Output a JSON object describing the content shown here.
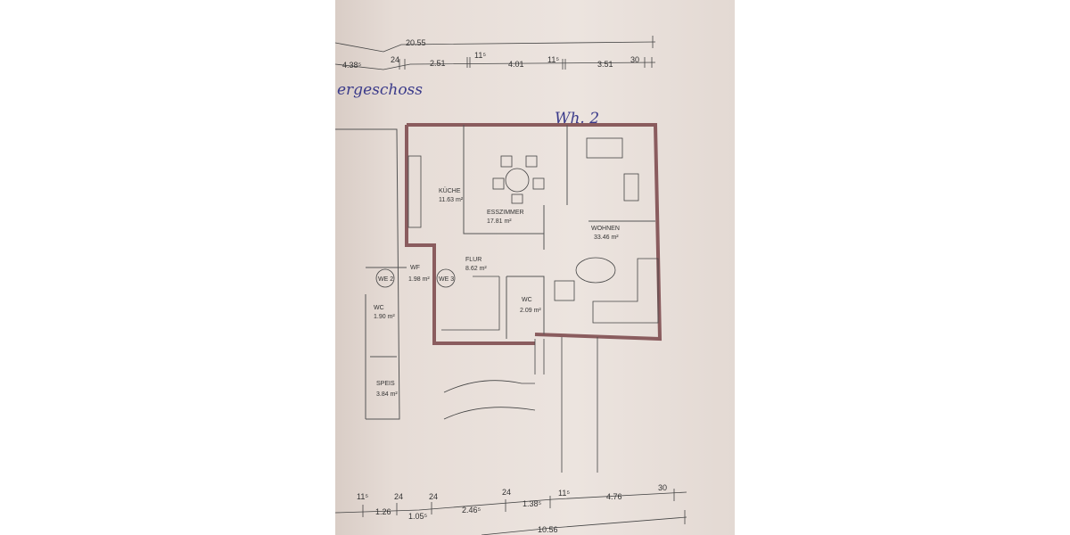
{
  "handwriting": {
    "floor_title": "ergeschoss",
    "unit": "Wh. 2"
  },
  "dimensions_top": {
    "overall": "20.55",
    "segments": [
      "4.38⁵",
      "24",
      "2.51",
      "11⁵",
      "4.01",
      "11⁵",
      "3.51",
      "30"
    ]
  },
  "dimensions_bottom": {
    "segments": [
      "11⁵",
      "1.26",
      "24",
      "1.05⁵",
      "24",
      "2.46⁵",
      "24",
      "1.38⁵",
      "11⁵",
      "4.76",
      "30"
    ],
    "overall": "10.56"
  },
  "rooms": [
    {
      "name": "KÜCHE",
      "area": "11.63 m²"
    },
    {
      "name": "ESSZIMMER",
      "area": "17.81 m²"
    },
    {
      "name": "WOHNEN",
      "area": "33.46 m²"
    },
    {
      "name": "FLUR",
      "area": "8.62 m²"
    },
    {
      "name": "WF",
      "area": "1.98 m²"
    },
    {
      "name": "WC",
      "area": "2.09 m²"
    },
    {
      "name": "WC",
      "area": "1.90 m²"
    },
    {
      "name": "SPEIS",
      "area": "3.84 m²"
    }
  ],
  "markers": [
    "WE 2",
    "WE 3"
  ],
  "colors": {
    "paper": "#e8dfda",
    "wall_highlight": "#8a5c5e",
    "ink": "#333333",
    "handwriting": "#3a3a8a"
  }
}
